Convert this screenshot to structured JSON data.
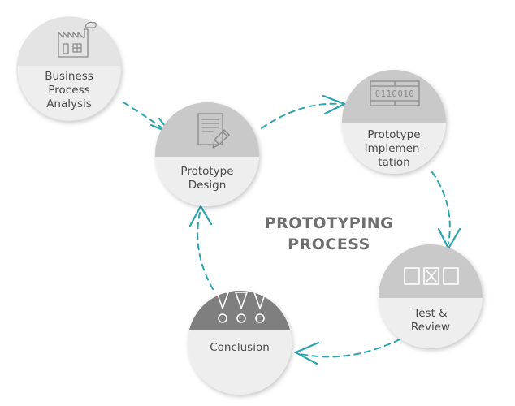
{
  "title": [
    "PROTOTYPING",
    "PROCESS"
  ],
  "steps": [
    {
      "id": "business",
      "lines": [
        "Business",
        "Process",
        "Analysis"
      ],
      "icon": "factory-icon"
    },
    {
      "id": "design",
      "lines": [
        "Prototype",
        "Design"
      ],
      "icon": "document-pen-icon"
    },
    {
      "id": "implementation",
      "lines": [
        "Prototype",
        "Implemen-",
        "tation"
      ],
      "icon": "binary-screen-icon"
    },
    {
      "id": "review",
      "lines": [
        "Test &",
        "Review"
      ],
      "icon": "checkbox-icon"
    },
    {
      "id": "conclusion",
      "lines": [
        "Conclusion"
      ],
      "icon": "exclamation-icon"
    }
  ],
  "binary_text": "0110010",
  "colors": {
    "circle_fill": "#eeeeee",
    "cap_light": "#e4e4e4",
    "cap_mid": "#c9c9c9",
    "cap_dark": "#7f7f7f",
    "arrow": "#2aa6b0",
    "icon_stroke": "#8a8a8a",
    "title": "#6f6f6f"
  }
}
